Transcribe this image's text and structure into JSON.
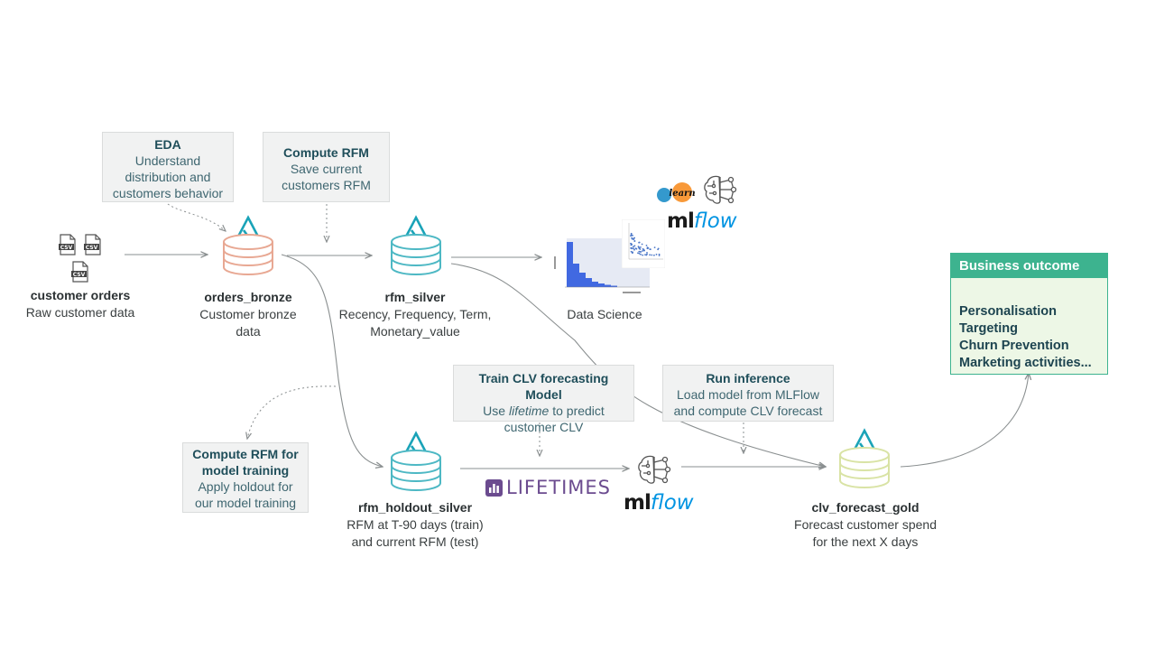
{
  "callouts": {
    "eda": {
      "title": "EDA",
      "lines": [
        "Understand",
        "distribution and",
        "customers behavior"
      ]
    },
    "compute_rfm": {
      "title": "Compute RFM",
      "lines": [
        "Save current",
        "customers RFM"
      ]
    },
    "train_clv": {
      "title": "Train CLV forecasting Model",
      "line1_pre": "Use ",
      "line1_em": "lifetime",
      "line1_post": " to predict",
      "line2": "customer CLV"
    },
    "run_inference": {
      "title": "Run inference",
      "lines": [
        "Load model from MLFlow",
        "and compute CLV forecast"
      ]
    },
    "compute_rfm_training": {
      "title_lines": [
        "Compute RFM for",
        "model training"
      ],
      "lines": [
        "Apply holdout for",
        "our model training"
      ]
    }
  },
  "nodes": {
    "customer_orders": {
      "name": "customer orders",
      "lines": [
        "Raw customer data"
      ],
      "file_badge": "CSV"
    },
    "orders_bronze": {
      "name": "orders_bronze",
      "lines": [
        "Customer bronze",
        "data"
      ]
    },
    "rfm_silver": {
      "name": "rfm_silver",
      "lines": [
        "Recency, Frequency, Term,",
        "Monetary_value"
      ]
    },
    "data_science": {
      "label": "Data Science"
    },
    "rfm_holdout_silver": {
      "name": "rfm_holdout_silver",
      "lines": [
        "RFM at T-90 days (train)",
        "and current RFM (test)"
      ]
    },
    "clv_forecast_gold": {
      "name": "clv_forecast_gold",
      "lines": [
        "Forecast customer spend",
        "for the  next X days"
      ]
    }
  },
  "logos": {
    "sklearn": "learn",
    "mlflow_ml": "ml",
    "mlflow_flow": "flow",
    "lifetimes": "LIFETIMES"
  },
  "outcome": {
    "header": "Business outcome",
    "items": [
      "Personalisation",
      "Targeting",
      "Churn Prevention",
      "Marketing activities..."
    ]
  },
  "colors": {
    "bronze": "#e8a893",
    "silver": "#4db8c4",
    "gold": "#d9e3a5",
    "delta_icon": "#1aa3b8",
    "outcome_green": "#3db38f",
    "chart_blue": "#4169e1"
  },
  "icons": [
    "delta-lake-icon",
    "database-icon",
    "csv-file-icon",
    "brain-network-icon",
    "sklearn-logo",
    "mlflow-logo",
    "lifetimes-logo",
    "histogram-chart-icon",
    "scatter-chart-icon"
  ]
}
